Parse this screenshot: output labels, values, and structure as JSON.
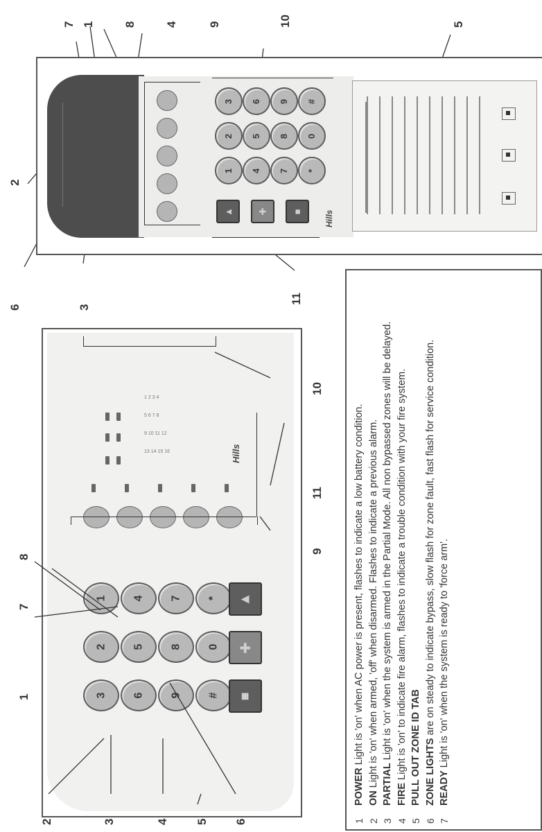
{
  "left_callouts": [
    "2",
    "3",
    "4",
    "5",
    "6"
  ],
  "left_top_callouts": [
    "1",
    "7",
    "8"
  ],
  "left_right_callouts": [
    "9",
    "11",
    "10"
  ],
  "right_top_callouts": [
    "7",
    "1",
    "8",
    "4",
    "9",
    "10",
    "5"
  ],
  "right_left_callouts": [
    "2",
    "6",
    "3",
    "11"
  ],
  "keypad_keys": [
    "1",
    "2",
    "3",
    "4",
    "5",
    "6",
    "7",
    "8",
    "9",
    "*",
    "0",
    "#"
  ],
  "brand": "Hills",
  "notes": [
    {
      "num": "1",
      "bold": "POWER",
      "text": " Light is 'on' when AC power is present, flashes to indicate a low battery condition."
    },
    {
      "num": "2",
      "bold": "ON",
      "text": " Light is 'on' when armed, 'off' when disarmed.  Flashes to indicate a previous alarm."
    },
    {
      "num": "3",
      "bold": "PARTIAL",
      "text": " Light is 'on' when the system is armed in the Partial Mode.  All non bypassed zones will be delayed."
    },
    {
      "num": "4",
      "bold": "FIRE",
      "text": " Light is 'on' to indicate fire alarm, flashes to indicate a trouble condition with your fire system."
    },
    {
      "num": "5",
      "bold": "PULL OUT ZONE ID TAB",
      "text": ""
    },
    {
      "num": "6",
      "bold": "ZONE LIGHTS",
      "text": " are on steady to indicate bypass, slow flash for zone fault, fast flash for service condition."
    },
    {
      "num": "7",
      "bold": "READY",
      "text": " Light is 'on' when the system is ready to 'force arm'."
    }
  ]
}
